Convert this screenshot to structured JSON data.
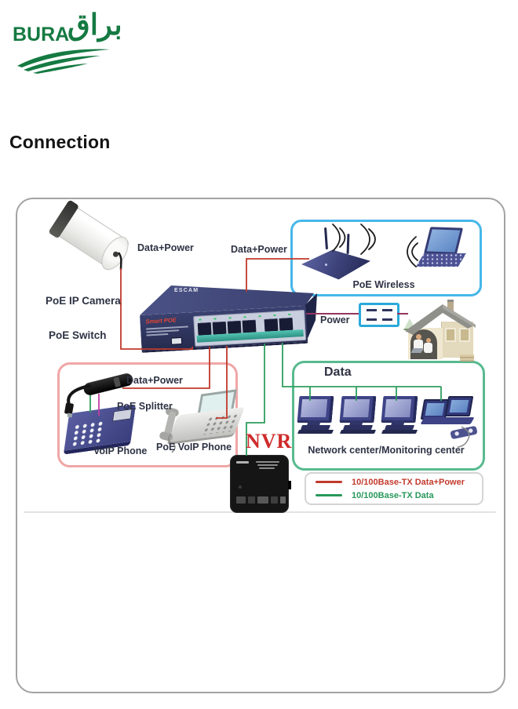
{
  "logo": {
    "latin": "BURA",
    "arabic": "براق"
  },
  "heading": "Connection",
  "diagram": {
    "labels": {
      "camera_link": "Data+Power",
      "wireless_link": "Data+Power",
      "camera": "PoE IP Camera",
      "switch": "PoE Switch",
      "wireless_group": "PoE Wireless",
      "power": "Power",
      "splitter_link": "Data+Power",
      "splitter": "PoE Splitter",
      "voip_phone": "VoIP Phone",
      "poe_voip_phone": "PoE VoIP Phone",
      "nvr": "NVR",
      "data": "Data",
      "network_center": "Network center/Monitoring center"
    },
    "switch_device": {
      "brand": "ESCAM",
      "model": "Smart POE"
    },
    "legend": {
      "items": [
        {
          "label": "10/100Base-TX Data+Power",
          "color": "#c0392b"
        },
        {
          "label": "10/100Base-TX Data",
          "color": "#27985a"
        }
      ]
    },
    "colors": {
      "data_power_wire": "#c0392b",
      "data_wire": "#2f9e5f",
      "power_wire": "#93365f",
      "wireless_box": "#46b7e9",
      "voip_box": "#f0a6a6",
      "network_box": "#58ba8f",
      "brand_green": "#157a42",
      "nvr_text": "#cf2b2b"
    }
  }
}
